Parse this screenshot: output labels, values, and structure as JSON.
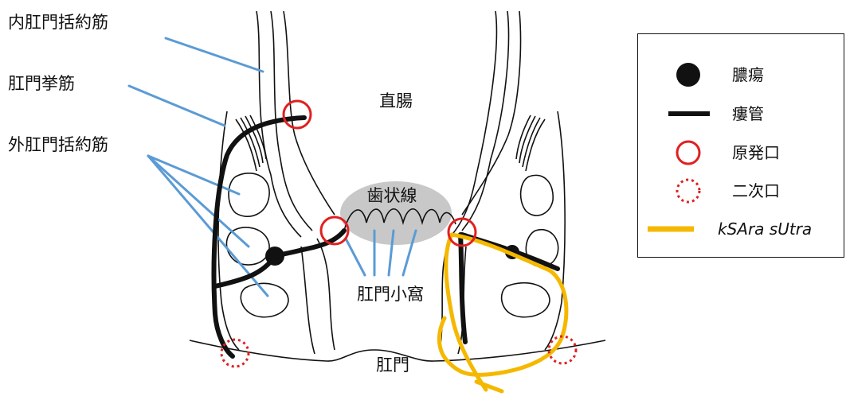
{
  "labels": {
    "internal_sphincter": "内肛門括約筋",
    "levator_ani": "肛門挙筋",
    "external_sphincter": "外肛門括約筋",
    "rectum": "直腸",
    "dentate_line": "歯状線",
    "anal_crypts": "肛門小窩",
    "anus": "肛門"
  },
  "legend": {
    "abscess": "膿瘍",
    "fistula_tract": "瘻管",
    "primary_opening": "原発口",
    "secondary_opening": "二次口",
    "ksara_sutra": "kSAra sUtra"
  },
  "colors": {
    "outline": "#111111",
    "leader_line": "#5B9BD5",
    "opening_ring": "#E02020",
    "thread": "#F5B800",
    "dentate_zone": "#C8C8C8"
  }
}
